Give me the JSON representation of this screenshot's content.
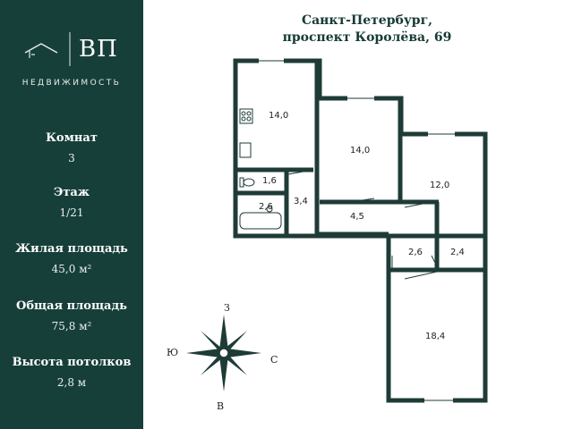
{
  "brand": {
    "logo_text": "ВП",
    "name": "НЕДВИЖИМОСТЬ"
  },
  "info": [
    {
      "label": "Комнат",
      "value": "3"
    },
    {
      "label": "Этаж",
      "value": "1/21"
    },
    {
      "label": "Жилая площадь",
      "value": "45,0 м²"
    },
    {
      "label": "Общая площадь",
      "value": "75,8 м²"
    },
    {
      "label": "Высота потолков",
      "value": "2,8 м"
    }
  ],
  "address": {
    "line1": "Санкт-Петербург,",
    "line2": "проспект Королёва, 69"
  },
  "rooms": [
    "14,0",
    "14,0",
    "12,0",
    "1,6",
    "2,6",
    "3,4",
    "4,5",
    "2,6",
    "2,4",
    "18,4"
  ],
  "compass": {
    "north": "З",
    "south": "В",
    "west": "Ю",
    "east": "С"
  },
  "colors": {
    "sidebar": "#173f3a",
    "wall": "#1e3b37",
    "accent_text": "#163a35"
  }
}
